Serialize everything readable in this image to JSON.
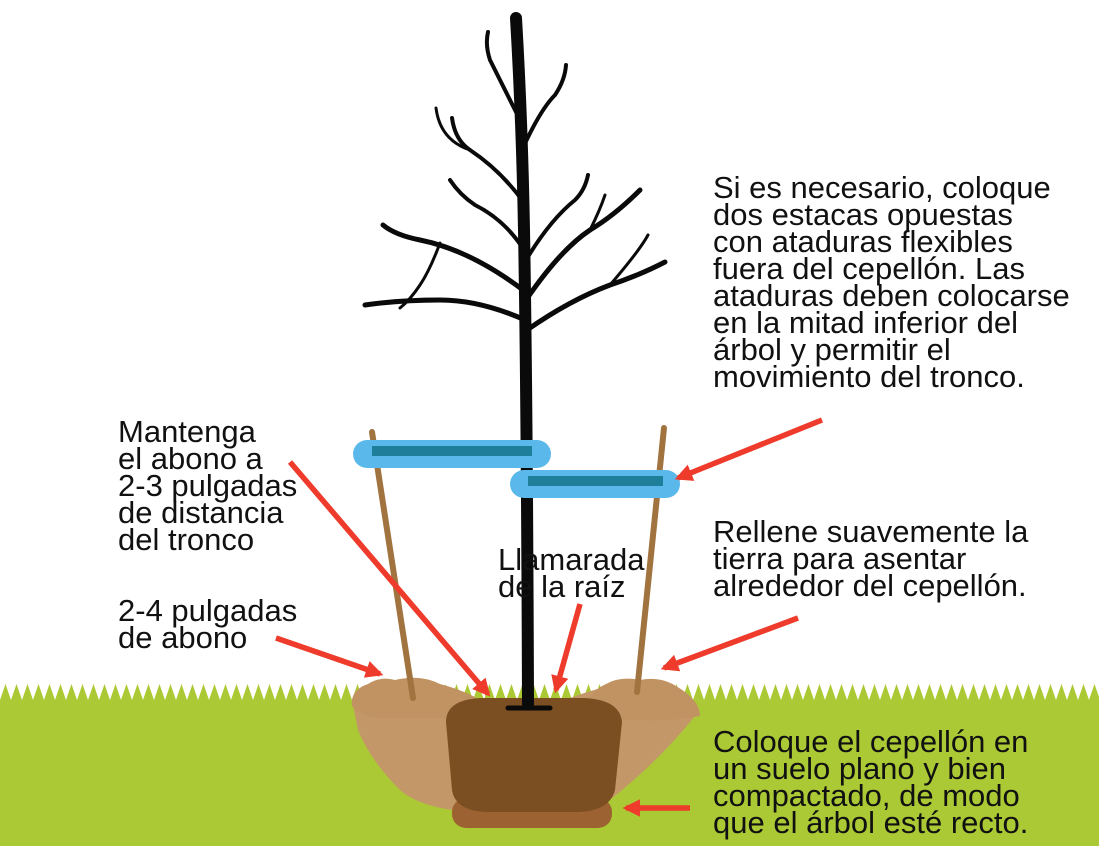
{
  "labels": {
    "stakes": "Si es necesario, coloque\ndos estacas opuestas\ncon ataduras flexibles\nfuera del cepellón. Las\nataduras deben colocarse\nen la mitad inferior del\nárbol y permitir el\nmovimiento del tronco.",
    "mulch_distance": "Mantenga\nel abono a\n2-3 pulgadas\nde distancia\ndel tronco",
    "root_flare": "Llamarada\nde la raíz",
    "mulch_depth": "2-4 pulgadas\nde abono",
    "backfill": "Rellene suavemente la\ntierra para asentar\nalrededor del cepellón.",
    "root_ball": "Coloque el cepellón en\nun suelo plano y bien\ncompactado, de modo\nque el árbol esté recto."
  },
  "colors": {
    "grass": "#abc934",
    "backfill_soil": "#c49769",
    "mulch": "#c19362",
    "root_ball": "#7b4f22",
    "base_pad": "#9c6231",
    "tree": "#0a0a0a",
    "stake": "#a0733f",
    "strap_outer": "#5bb8ea",
    "strap_inner": "#1f7f9a",
    "arrow": "#ee3b2b",
    "text": "#111111"
  }
}
